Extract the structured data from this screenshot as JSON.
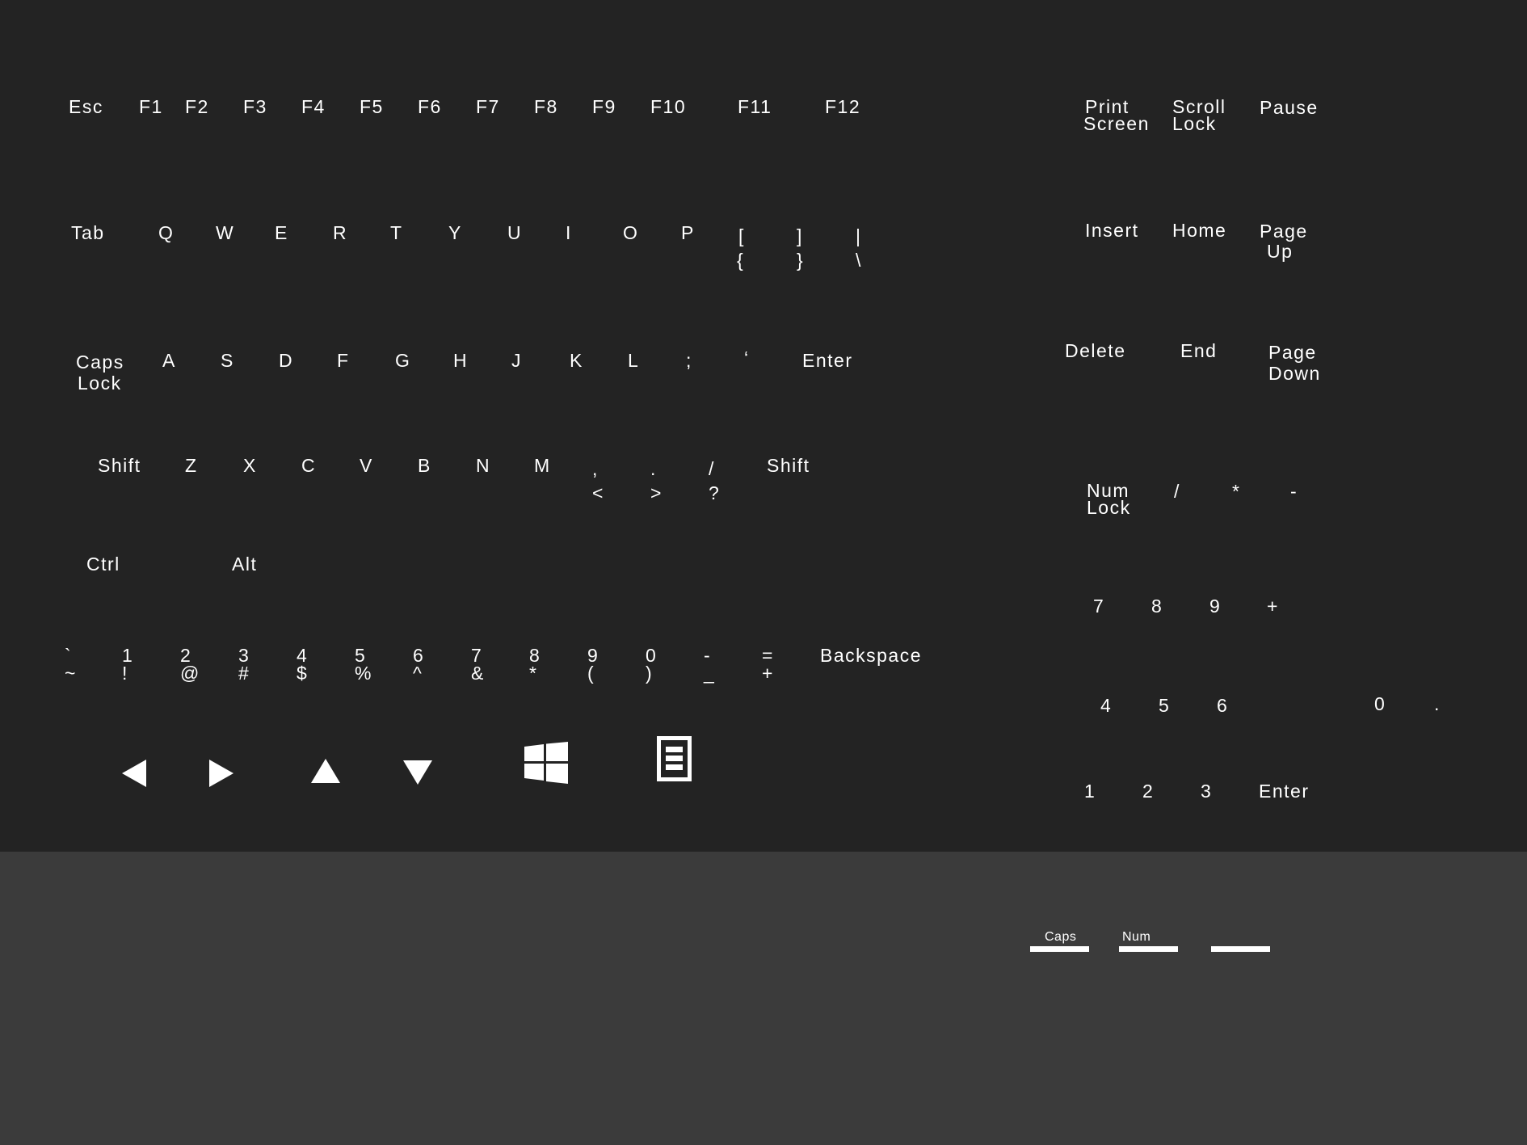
{
  "keys": {
    "esc": "Esc",
    "f1": "F1",
    "f2": "F2",
    "f3": "F3",
    "f4": "F4",
    "f5": "F5",
    "f6": "F6",
    "f7": "F7",
    "f8": "F8",
    "f9": "F9",
    "f10": "F10",
    "f11": "F11",
    "f12": "F12",
    "print_screen": [
      "Print",
      "Screen"
    ],
    "scroll_lock": [
      "Scroll",
      "Lock"
    ],
    "pause": "Pause",
    "tab": "Tab",
    "q": "Q",
    "w": "W",
    "e": "E",
    "r": "R",
    "t": "T",
    "y": "Y",
    "u": "U",
    "i": "I",
    "o": "O",
    "p": "P",
    "bracket_left": [
      "[",
      "{"
    ],
    "bracket_right": [
      "]",
      "}"
    ],
    "pipe": [
      "|",
      "\\"
    ],
    "insert": "Insert",
    "home": "Home",
    "page_up": [
      "Page",
      "Up"
    ],
    "caps_lock": [
      "Caps",
      "Lock"
    ],
    "a": "A",
    "s": "S",
    "d": "D",
    "f": "F",
    "g": "G",
    "h": "H",
    "j": "J",
    "k": "K",
    "l": "L",
    "semicolon": ";",
    "quote": "‘",
    "enter": "Enter",
    "delete": "Delete",
    "end": "End",
    "page_down": [
      "Page",
      "Down"
    ],
    "shift_left": "Shift",
    "z": "Z",
    "x": "X",
    "c": "C",
    "v": "V",
    "b": "B",
    "n": "N",
    "m": "M",
    "comma": [
      ",",
      "<"
    ],
    "period": [
      ".",
      ">"
    ],
    "slash": [
      "/",
      "?"
    ],
    "shift_right": "Shift",
    "num_lock": [
      "Num",
      "Lock"
    ],
    "np_divide": "/",
    "np_multiply": "*",
    "np_minus": "-",
    "ctrl": "Ctrl",
    "alt": "Alt",
    "backtick": [
      "`",
      "~"
    ],
    "d1": [
      "1",
      "!"
    ],
    "d2": [
      "2",
      "@"
    ],
    "d3": [
      "3",
      "#"
    ],
    "d4": [
      "4",
      "$"
    ],
    "d5": [
      "5",
      "%"
    ],
    "d6": [
      "6",
      "^"
    ],
    "d7": [
      "7",
      "&"
    ],
    "d8": [
      "8",
      "*"
    ],
    "d9": [
      "9",
      "("
    ],
    "d0": [
      "0",
      ")"
    ],
    "minus": [
      "-",
      "_"
    ],
    "equals": [
      "=",
      "+"
    ],
    "backspace": "Backspace",
    "np7": "7",
    "np8": "8",
    "np9": "9",
    "np_plus": "+",
    "np4": "4",
    "np5": "5",
    "np6": "6",
    "np0": "0",
    "np_dot": ".",
    "np1": "1",
    "np2": "2",
    "np3": "3",
    "np_enter": "Enter"
  },
  "icons": {
    "left": "arrow-left-icon",
    "right": "arrow-right-icon",
    "up": "arrow-up-icon",
    "down": "arrow-down-icon",
    "windows": "windows-logo-icon",
    "menu": "context-menu-icon"
  },
  "indicators": {
    "caps": "Caps",
    "num": "Num",
    "scroll": ""
  },
  "colors": {
    "keyboard_bg": "#232323",
    "page_bg": "#3b3b3b",
    "text": "#ffffff"
  }
}
